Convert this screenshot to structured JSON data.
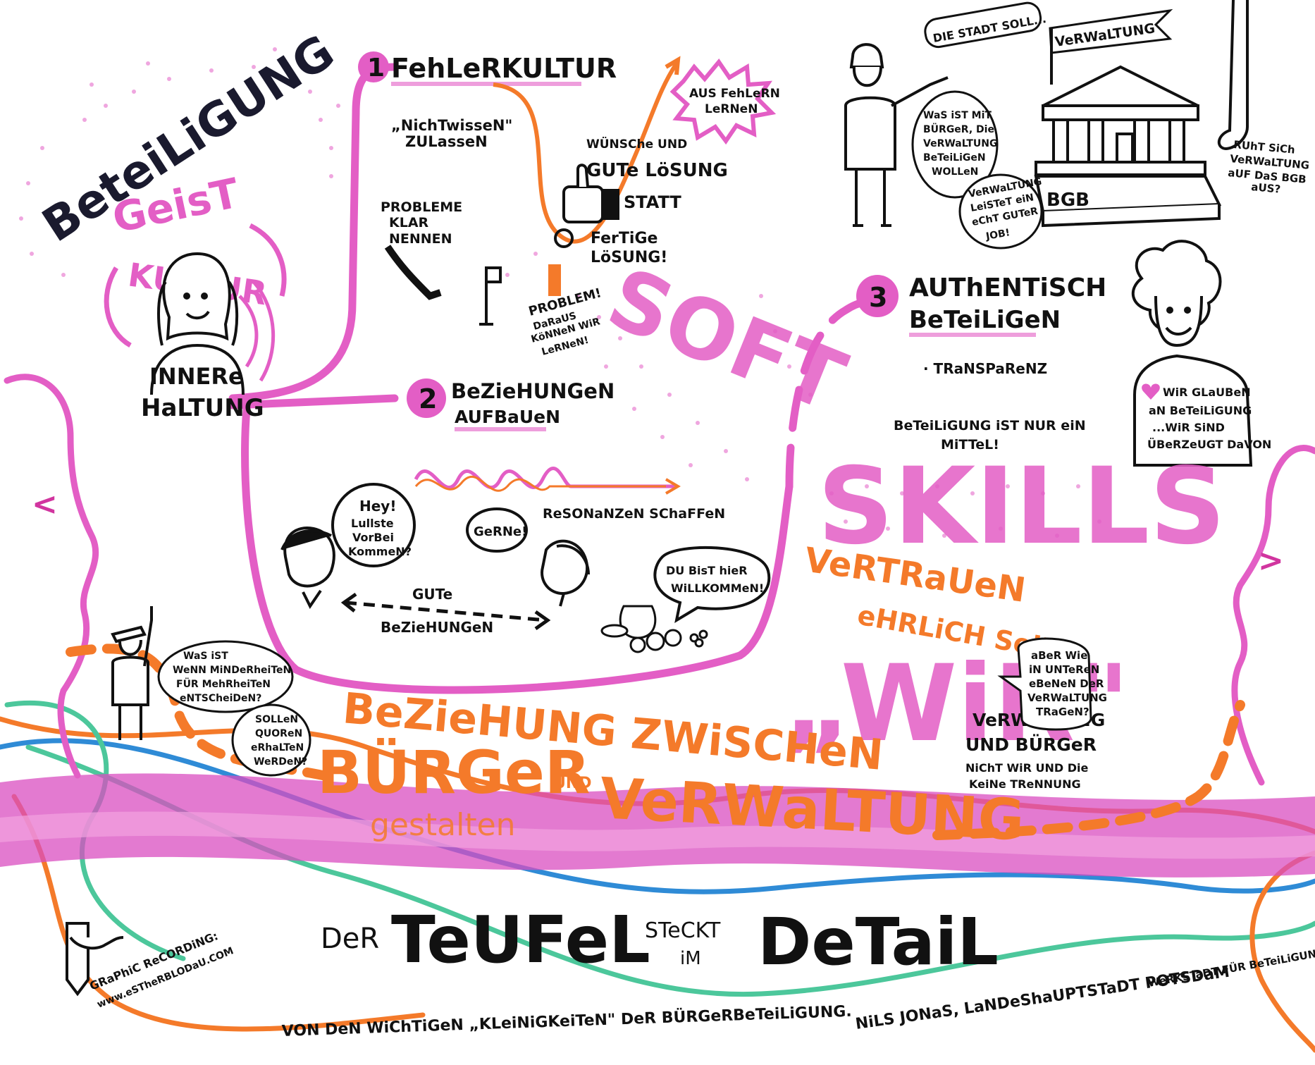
{
  "colors": {
    "pink": "#e35ec5",
    "pinkDark": "#d1359f",
    "orange": "#f47a2a",
    "blue": "#2f8bd6",
    "green": "#4cc79b",
    "ink": "#111111",
    "banner": "#d94dc0"
  },
  "left": {
    "beteiligung": "BeteiLiGUNG",
    "geist": "GeisT",
    "kultur": "KULTUR",
    "innere": "INNERe",
    "haltung": "HaLTUNG"
  },
  "section1": {
    "number": "1",
    "title": "FehLeRKULTUR",
    "nichtwissen": "„NichTwisseN\"",
    "zulassen": "ZULasseN",
    "aus_fehlern_1": "AUS FehLeRN",
    "aus_fehlern_2": "LeRNeN",
    "wuensche": "WÜNSChe UND",
    "gute_loesung": "GUTe LöSUNG",
    "statt": "STATT",
    "fertige_1": "FerTiGe",
    "fertige_2": "LöSUNG!",
    "probleme_1": "PROBLEME",
    "probleme_2": "KLAR",
    "probleme_3": "NENNEN",
    "problem_1": "PROBLEM!",
    "problem_2": "DaRaUS",
    "problem_3": "KöNNeN WiR",
    "problem_4": "LeRNeN!"
  },
  "section2": {
    "number": "2",
    "title_1": "BeZieHUNGeN",
    "title_2": "AUFBaUeN",
    "resonanzen": "ReSONaNZeN SChaFFeN",
    "hey_1": "Hey!",
    "hey_2": "Lullste",
    "hey_3": "VorBei",
    "hey_4": "KommeN?",
    "gerne": "GeRNe!",
    "gute": "GUTe",
    "beziehungen": "BeZieHUNGeN",
    "willkommen_1": "DU BisT hieR",
    "willkommen_2": "WiLLKOMMeN!"
  },
  "section3": {
    "number": "3",
    "title_1": "AUThENTiSCH",
    "title_2": "BeTeiLiGeN",
    "transparenz": "· TRaNSPaReNZ",
    "mittel_1": "BeTeiLiGUNG iST NUR eiN",
    "mittel_2": "MiTTeL!",
    "wir_glauben_1": "WiR GLaUBeN",
    "wir_glauben_2": "aN BeTeiLiGUNG",
    "wir_glauben_3": "...WiR SiND",
    "wir_glauben_4": "ÜBeRZeUGT DaVON"
  },
  "topright": {
    "die_stadt": "DIE STADT SOLL...",
    "verwaltung": "VeRWaLTUNG",
    "was_ist_1": "WaS iST MiT",
    "was_ist_2": "BÜRGeR, Die",
    "was_ist_3": "VeRWaLTUNG",
    "was_ist_4": "BeTeiLiGeN",
    "was_ist_5": "WOLLeN",
    "leistet_1": "VeRWaLTUNG",
    "leistet_2": "LeiSTeT eiN",
    "leistet_3": "eChT GUTeR",
    "leistet_4": "JOB!",
    "bgb": "BGB",
    "ruht_1": "RUhT SiCh",
    "ruht_2": "VeRWaLTUNG",
    "ruht_3": "aUF DaS BGB",
    "ruht_4": "aUS?"
  },
  "center": {
    "soft": "SOFT",
    "skills": "SKILLS",
    "vertrauen": "VeRTRaUeN",
    "ehrlich": "eHRLiCH SeiN",
    "wir": "„WiR\"",
    "verwaltung_und_1": "VeRWaLTUNG",
    "verwaltung_und_2": "UND BÜRGeR",
    "verwaltung_und_3": "NiChT WiR UND Die",
    "verwaltung_und_4": "KeiNe TReNNUNG",
    "aber_1": "aBeR Wie",
    "aber_2": "iN UNTeReN",
    "aber_3": "eBeNeN DeR",
    "aber_4": "VeRWaLTUNG",
    "aber_5": "TRaGeN?"
  },
  "lower": {
    "minderheiten_1": "WaS iST",
    "minderheiten_2": "WeNN MiNDeRheiTeN",
    "minderheiten_3": "FÜR MehRheiTeN",
    "minderheiten_4": "eNTSCheiDeN?",
    "quoren_1": "SOLLeN",
    "quoren_2": "QUOReN",
    "quoren_3": "eRhaLTeN",
    "quoren_4": "WeRDeN?",
    "beziehung_zwischen": "BeZieHUNG ZWiSCHeN",
    "buerger": "BÜRGeR",
    "und": "UND",
    "verwaltung": "VeRWaLTUNG",
    "gestalten": "gestalten"
  },
  "banner": {
    "der": "DeR",
    "teufel": "TeUFeL",
    "steckt": "STeCKT",
    "im": "iM",
    "detail": "DeTaiL",
    "subtitle": "VON DeN WiChTiGeN „KLeiNiGKeiTeN\" DeR BÜRGeRBeTeiLiGUNG.",
    "speaker": "NiLS JONaS, LaNDeShaUPTSTaDT POTSDaM",
    "werkstatt": "WeRKSTaDT FÜR BeTeiLiGUNG",
    "credit_1": "GRaPhiC ReCORDiNG:",
    "credit_2": "www.eSTheRBLODaU.COM"
  }
}
